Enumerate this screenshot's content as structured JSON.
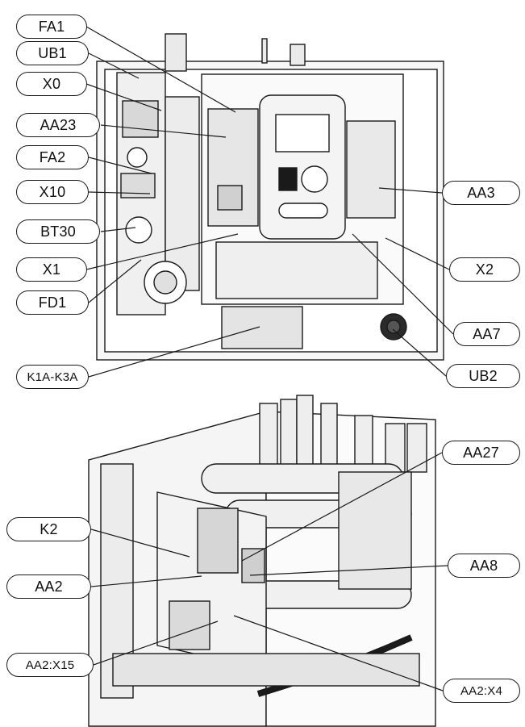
{
  "labels_left": [
    "FA1",
    "UB1",
    "X0",
    "AA23",
    "FA2",
    "X10",
    "BT30",
    "X1",
    "FD1",
    "K1A-K3A"
  ],
  "labels_right": [
    "AA3",
    "X2",
    "AA7",
    "UB2"
  ],
  "labels_lower": [
    "AA27",
    "K2",
    "AA8",
    "AA2",
    "AA2:X15",
    "AA2:X4"
  ],
  "colors": {
    "line": "#1a1a1a",
    "panel": "#f2f2f2",
    "board": "#e6e6e6",
    "shade": "#cfcfcf"
  }
}
